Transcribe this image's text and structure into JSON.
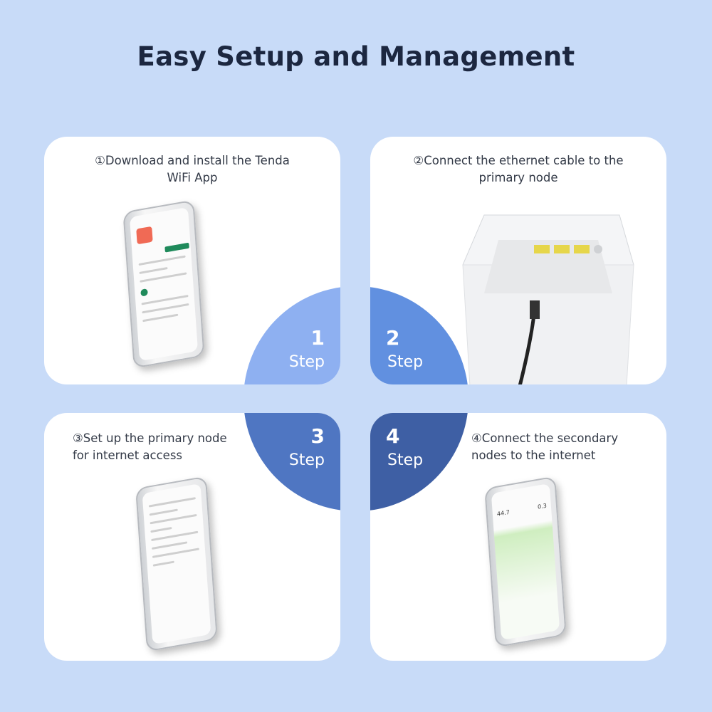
{
  "title": "Easy Setup and Management",
  "colors": {
    "background": "#c8dbf8",
    "step1": "#8eb0f1",
    "step2": "#6190e0",
    "step3": "#4f76c2",
    "step4": "#3e5fa4"
  },
  "steps": [
    {
      "number": "1",
      "label": "Step",
      "caption": "①Download and install the Tenda WiFi App"
    },
    {
      "number": "2",
      "label": "Step",
      "caption": "②Connect the ethernet cable to the primary node"
    },
    {
      "number": "3",
      "label": "Step",
      "caption_lines": [
        "③Set up the primary node",
        "for internet access"
      ]
    },
    {
      "number": "4",
      "label": "Step",
      "caption_lines": [
        "④Connect the secondary",
        "nodes to the internet"
      ]
    }
  ],
  "app_screens": {
    "speed_down": "44.7",
    "speed_up": "0.3"
  }
}
